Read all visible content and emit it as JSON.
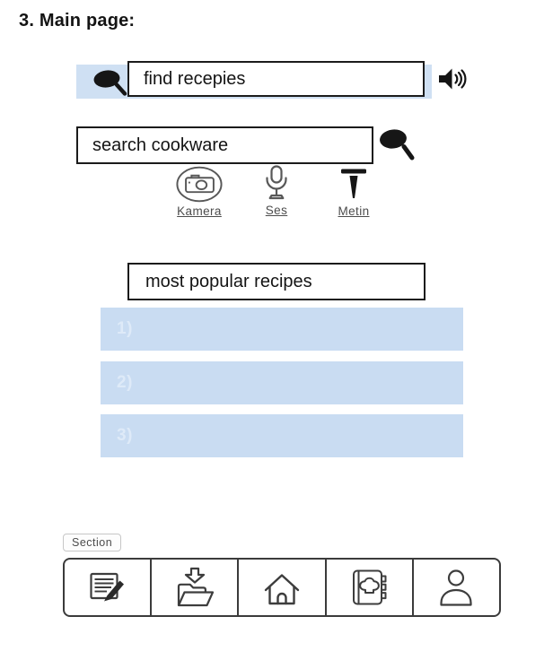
{
  "page": {
    "title": "3. Main page:"
  },
  "find_bar": {
    "query": "find recepies"
  },
  "cookware_bar": {
    "query": "search cookware"
  },
  "input_modes": {
    "items": [
      {
        "label": "Kamera",
        "icon": "camera-icon"
      },
      {
        "label": "Ses",
        "icon": "microphone-icon"
      },
      {
        "label": "Metin",
        "icon": "pin-icon"
      }
    ]
  },
  "popular": {
    "header": "most popular recipes",
    "items": [
      {
        "label": "1)"
      },
      {
        "label": "2)"
      },
      {
        "label": "3)"
      }
    ]
  },
  "annotation": {
    "label": "Section"
  },
  "bottom_nav": {
    "items": [
      {
        "icon": "note-edit-icon"
      },
      {
        "icon": "folder-download-icon"
      },
      {
        "icon": "home-icon"
      },
      {
        "icon": "recipe-book-icon"
      },
      {
        "icon": "person-icon"
      }
    ]
  },
  "colors": {
    "highlight_blue": "#cfe0f3",
    "list_blue": "#c9dcf2",
    "list_number_text": "#deeaf8",
    "box_border": "#1b1b1b"
  }
}
